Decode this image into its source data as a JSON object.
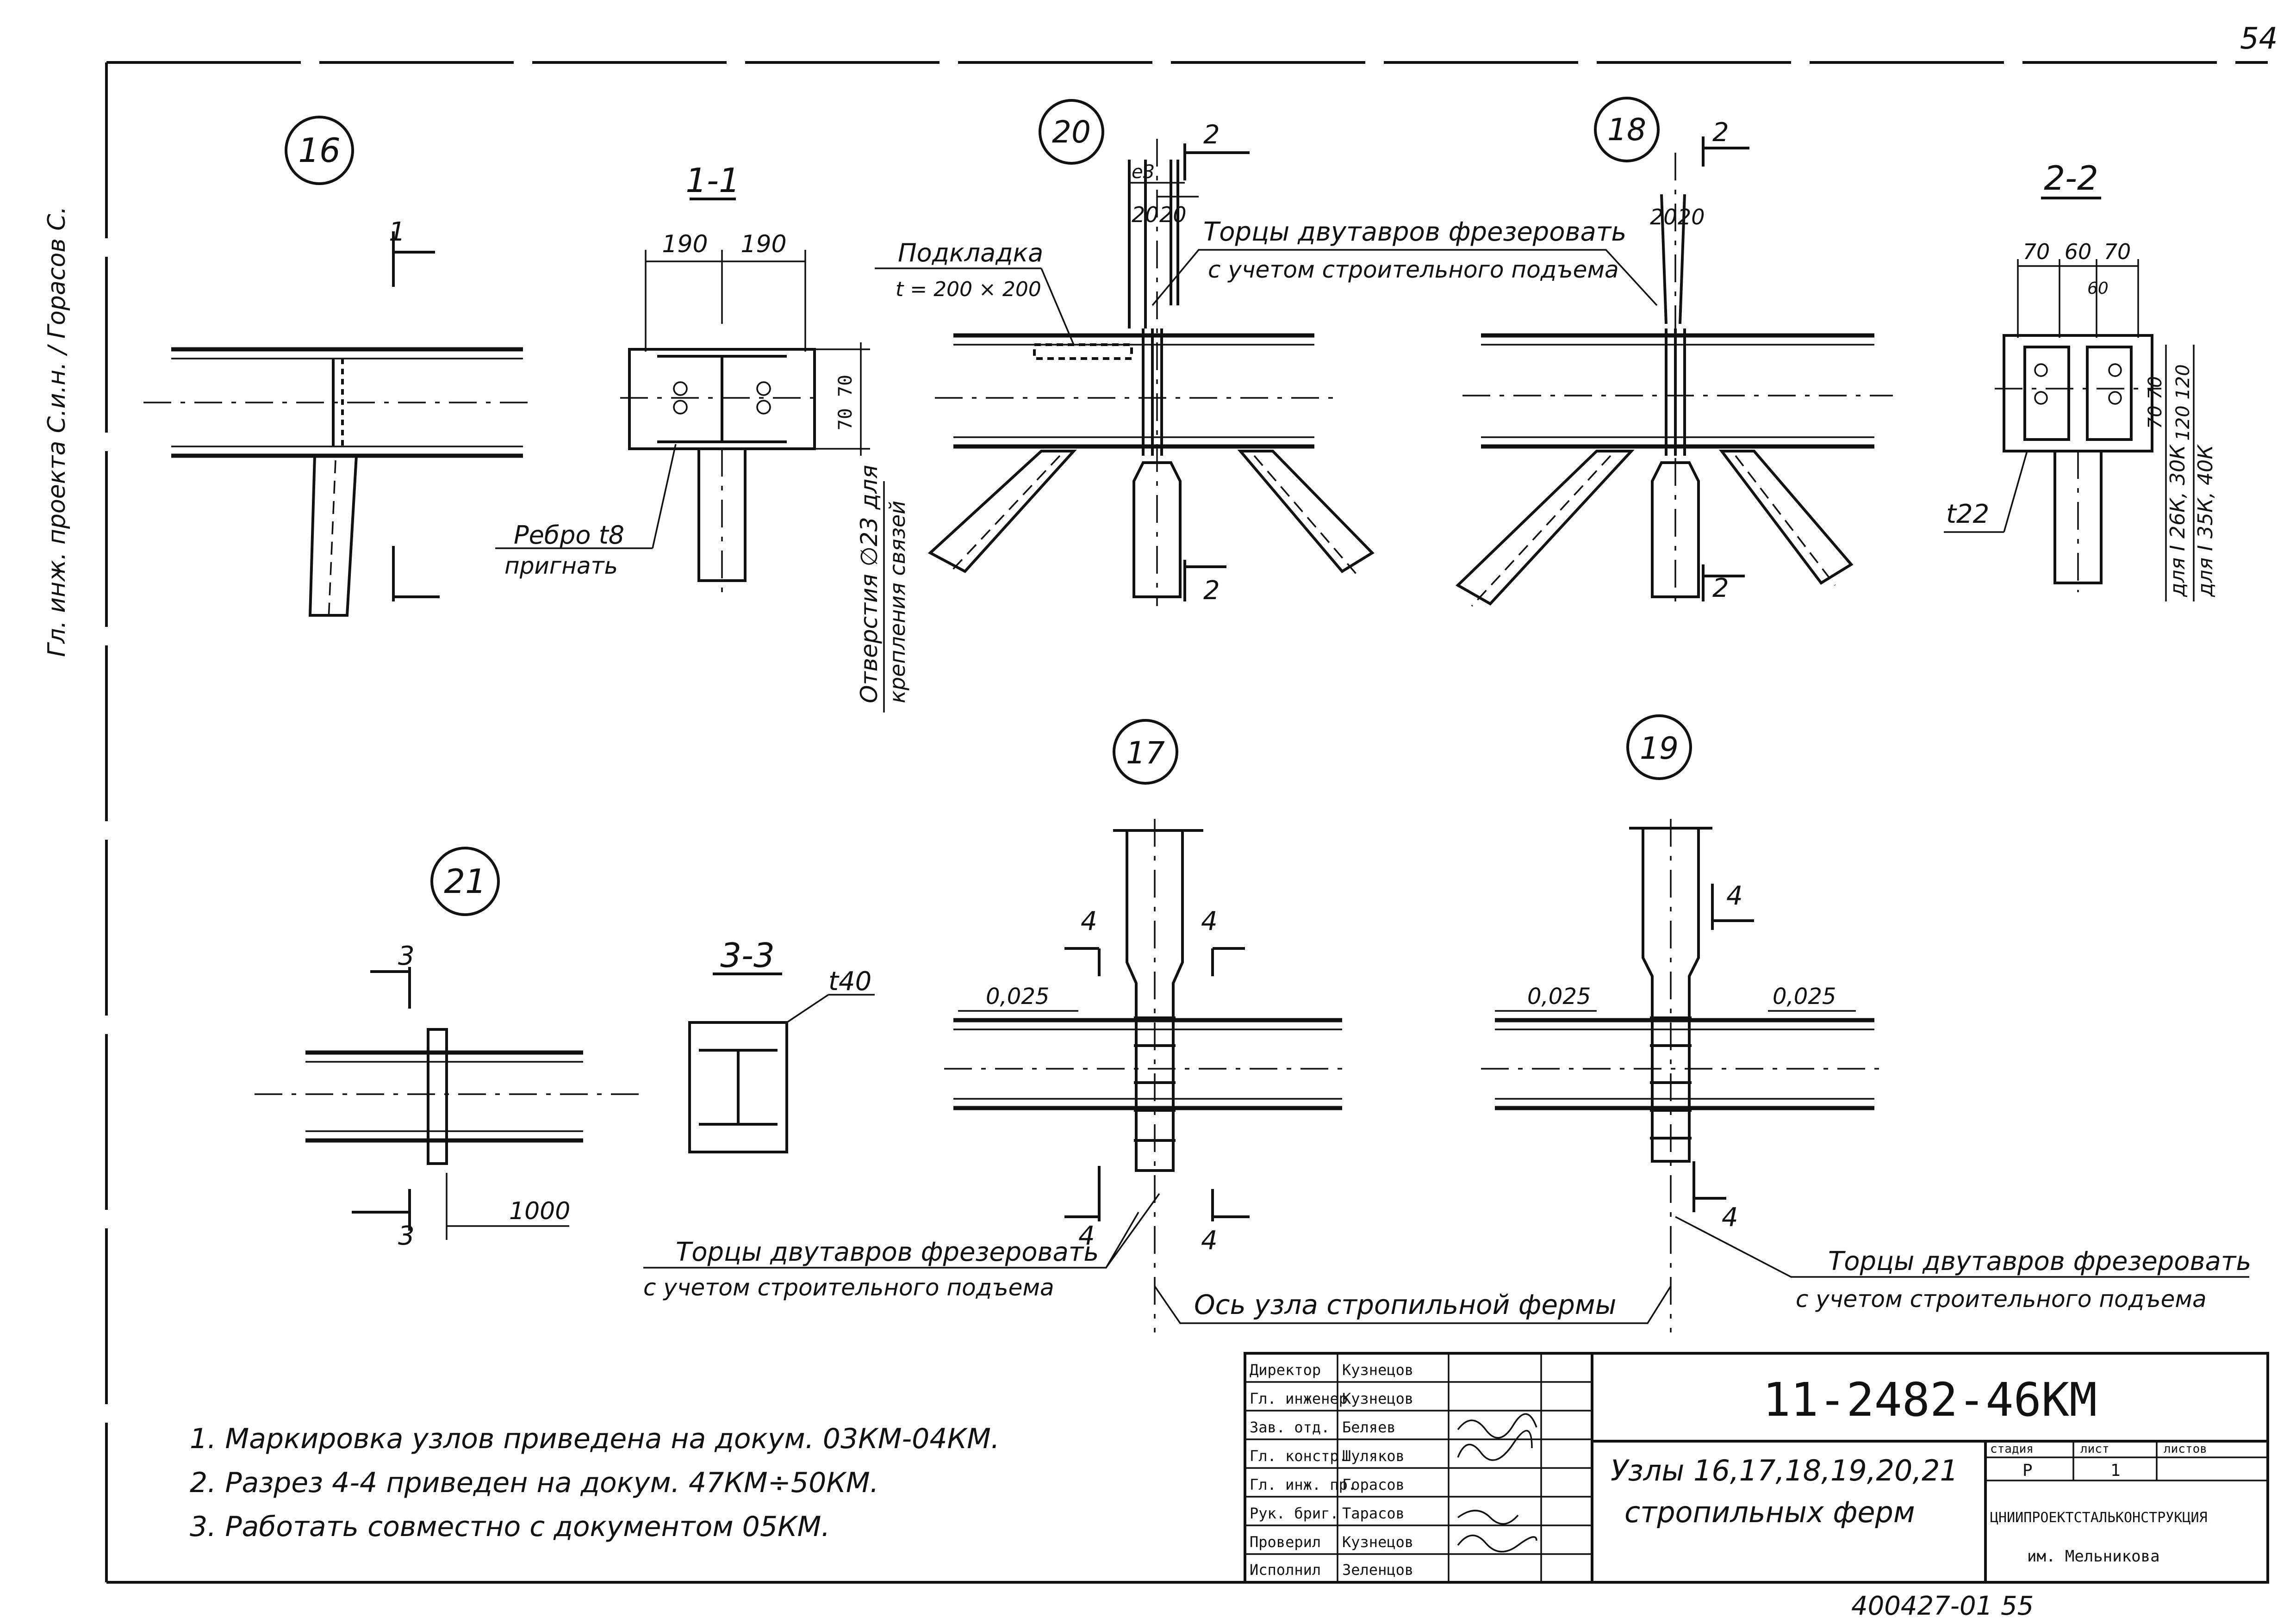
{
  "sheet": {
    "page_number": "54",
    "margin_note": "Гл. инж. проекта С.и.н. / Горасов С.",
    "bottom_number": "400427-01 55"
  },
  "nodes": {
    "n16": "16",
    "n17": "17",
    "n18": "18",
    "n19": "19",
    "n20": "20",
    "n21": "21"
  },
  "sections": {
    "s11": "1-1",
    "s22": "2-2",
    "s33": "3-3",
    "mark1": "1",
    "mark2": "2",
    "mark3": "3",
    "mark4": "4"
  },
  "dims": {
    "d190a": "190",
    "d190b": "190",
    "d20": "20",
    "e3": "e3",
    "d70a": "70",
    "d60": "60",
    "d70b": "70",
    "d60s": "60",
    "d7070": "70 70",
    "d120": "120 120",
    "d1000": "1000",
    "slope1": "0,025",
    "slope2": "0,025",
    "slope3": "0,025"
  },
  "labels": {
    "podkladka": "Подкладка",
    "podkladka_size": "t = 200 × 200",
    "tortsy_top": "Торцы двутавров фрезеровать",
    "tortsy_top_2": "с учетом строительного подъема",
    "rebro": "Ребро t8",
    "rebro_2": "пригнать",
    "otverstiya": "Отверстия ∅23 для",
    "otverstiya_2": "крепления связей",
    "t22": "t22",
    "dlya1": "для I 26К, 30К",
    "dlya2": "для I 35К, 40К",
    "t40": "t40",
    "tortsy_left": "Торцы двутавров фрезеровать",
    "tortsy_left_2": "с учетом строительного подъема",
    "os_uzla": "Ось узла стропильной фермы",
    "tortsy_right": "Торцы двутавров фрезеровать",
    "tortsy_right_2": "с учетом строительного подъема"
  },
  "notes": [
    "1. Маркировка узлов приведена на докум. 03КМ-04КМ.",
    "2. Разрез 4-4 приведен на докум. 47КМ÷50КМ.",
    "3. Работать совместно с документом 05КМ."
  ],
  "title_block": {
    "code": "11-2482-46КМ",
    "title_1": "Узлы 16,17,18,19,20,21",
    "title_2": "стропильных ферм",
    "stage_h": "стадия",
    "sheet_h": "лист",
    "sheets_h": "листов",
    "stage_v": "Р",
    "sheet_v": "1",
    "org": "ЦНИИПРОЕКТСТАЛЬКОНСТРУКЦИЯ",
    "org_2": "им. Мельникова",
    "roles": [
      "Директор",
      "Гл. инженер",
      "Зав. отд.",
      "Гл. констр.",
      "Гл. инж. пр.",
      "Рук. бриг.",
      "Проверил",
      "Исполнил"
    ],
    "names": [
      "Кузнецов",
      "Кузнецов",
      "Беляев",
      "Шуляков",
      "Горасов",
      "Тарасов",
      "Кузнецов",
      "Зеленцов"
    ]
  }
}
